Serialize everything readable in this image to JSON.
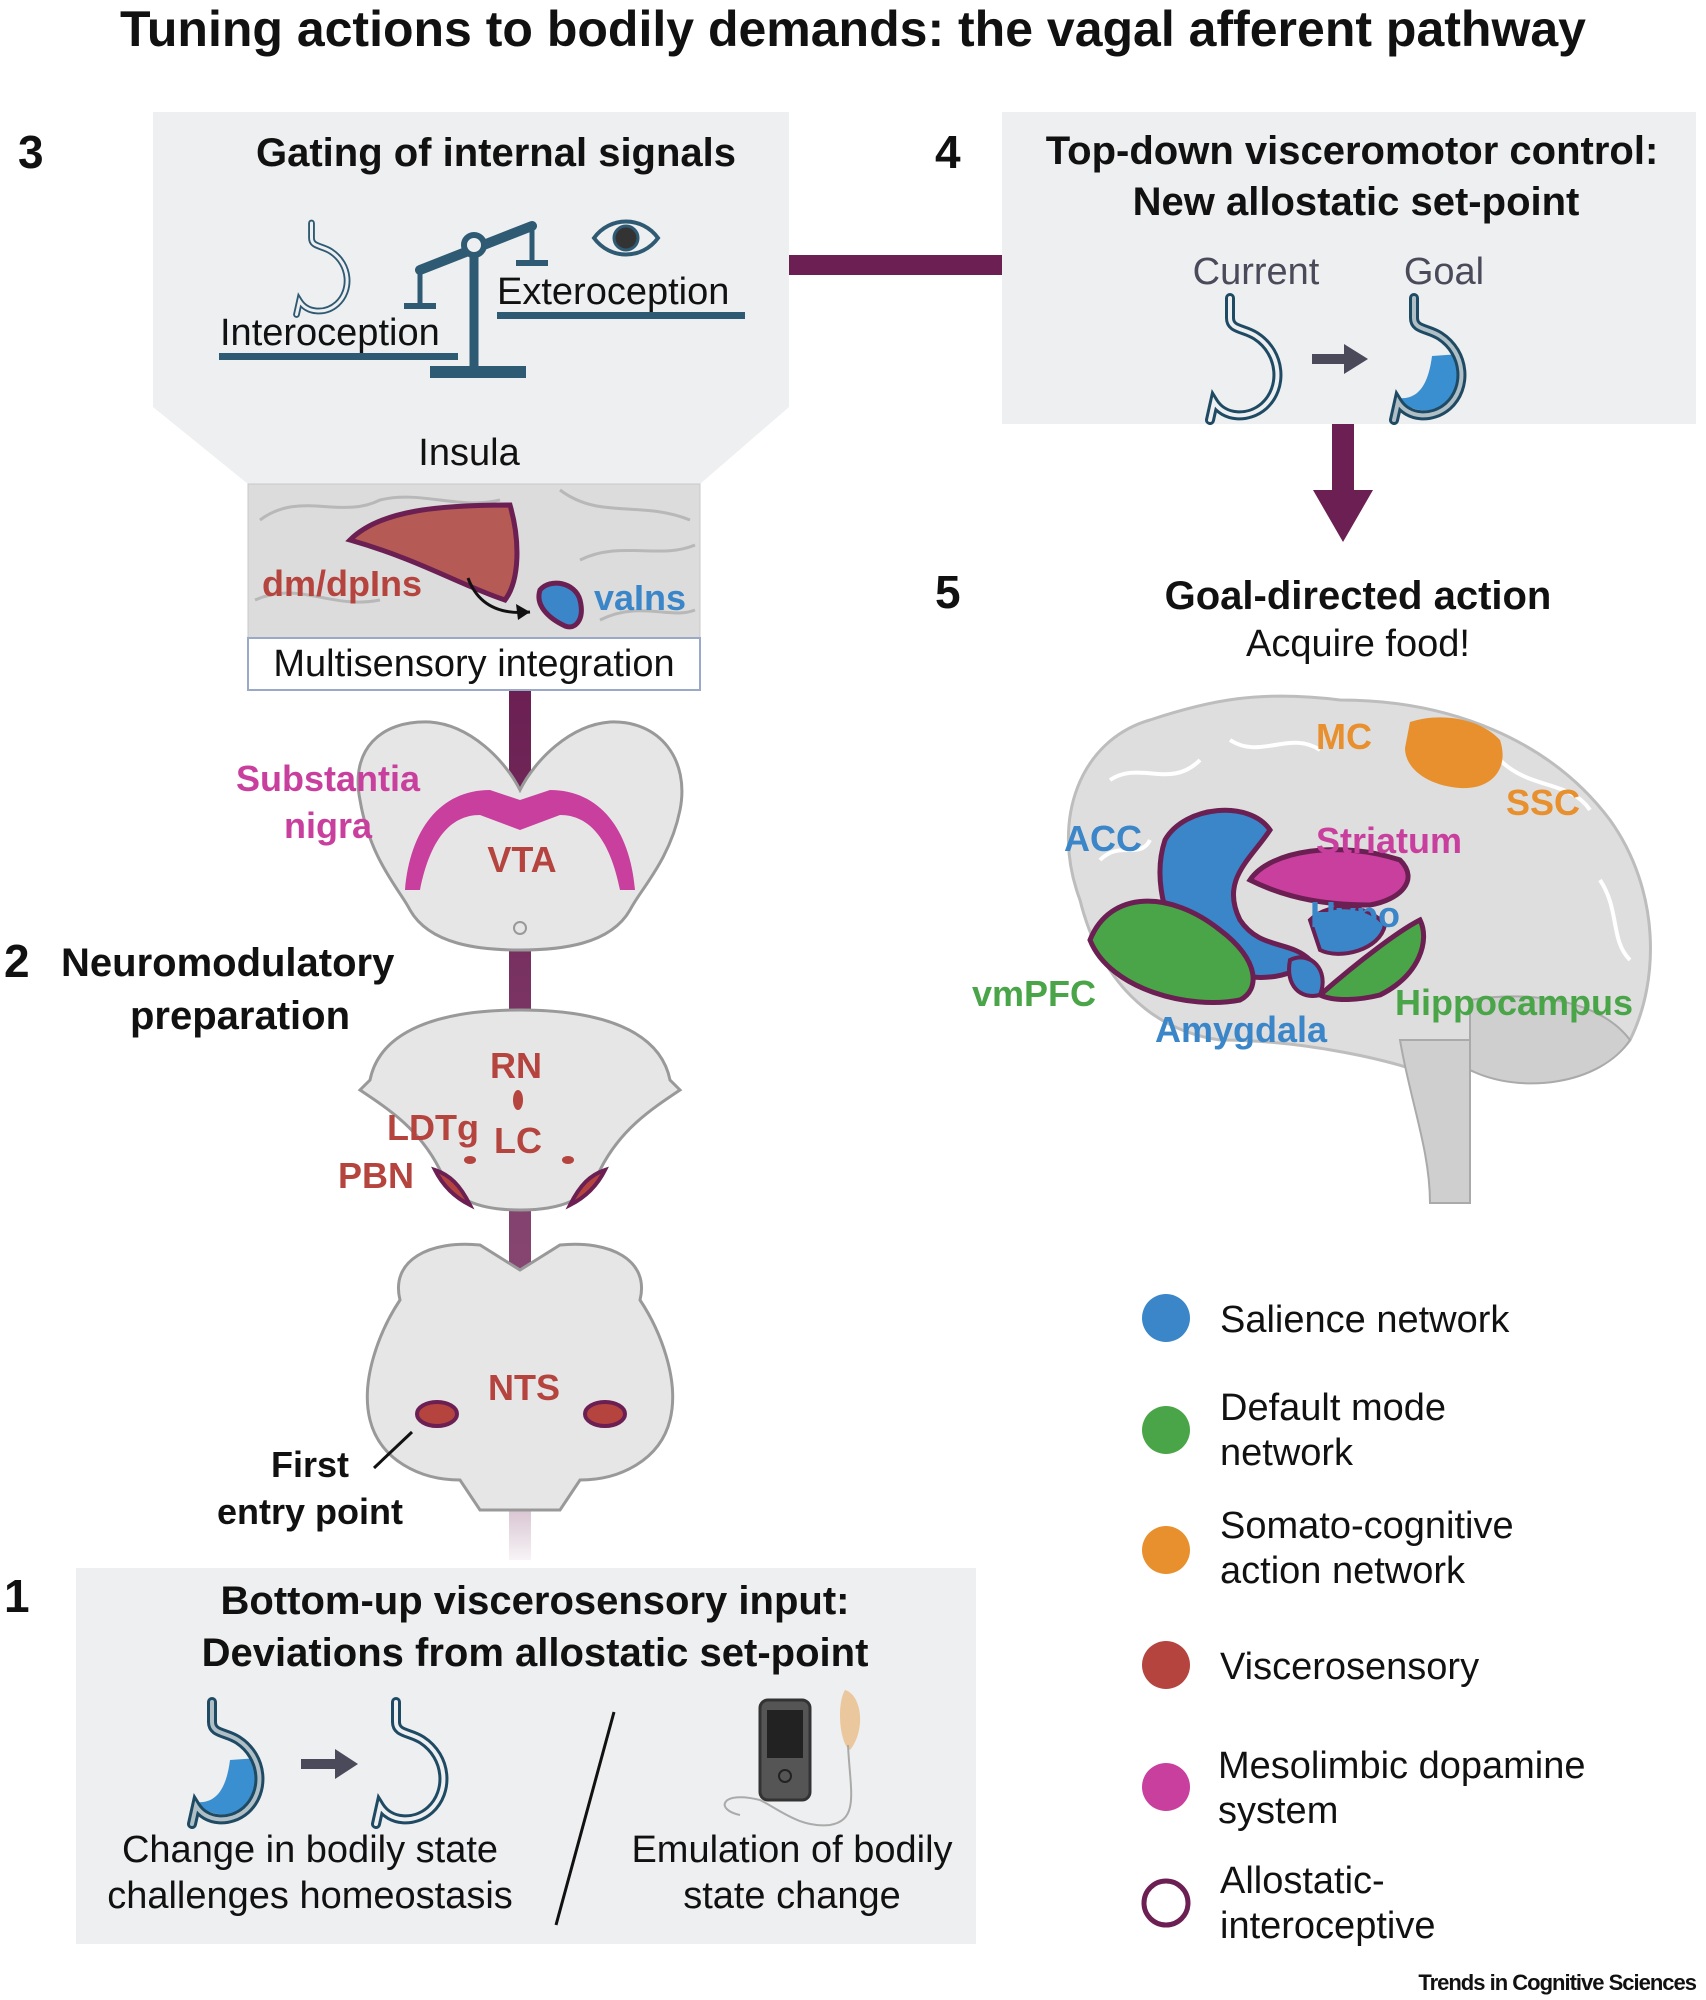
{
  "title": "Tuning actions to bodily demands: the vagal afferent pathway",
  "colors": {
    "allostatic_interoceptive": "#6b1f52",
    "box_background": "#eeeff0",
    "icon_teal": "#2f5a73",
    "salience": "#3a86c8",
    "default_mode": "#4aa548",
    "somato_cognitive": "#e8902e",
    "viscerosensory": "#b5443f",
    "mesolimbic": "#c83f9e"
  },
  "section3": {
    "number": "3",
    "title": "Gating of internal signals",
    "interoception": "Interoception",
    "exteroception": "Exteroception",
    "insula_label": "Insula",
    "dm_dp_ins": "dm/dpIns",
    "va_ins": "vaIns",
    "integration_label": "Multisensory integration"
  },
  "section4": {
    "number": "4",
    "title_line1": "Top-down visceromotor control:",
    "title_line2": "New allostatic set-point",
    "current": "Current",
    "goal": "Goal"
  },
  "section5": {
    "number": "5",
    "title": "Goal-directed action",
    "subtitle": "Acquire food!",
    "regions": {
      "mc": "MC",
      "ssc": "SSC",
      "acc": "ACC",
      "striatum": "Striatum",
      "hypo": "Hypo",
      "vmpfc": "vmPFC",
      "amygdala": "Amygdala",
      "hippocampus": "Hippocampus"
    }
  },
  "section2": {
    "number": "2",
    "title_line1": "Neuromodulatory",
    "title_line2": "preparation",
    "substantia_line1": "Substantia",
    "substantia_line2": "nigra",
    "vta": "VTA",
    "rn": "RN",
    "ldtg": "LDTg",
    "lc": "LC",
    "pbn": "PBN",
    "nts": "NTS",
    "entry_line1": "First",
    "entry_line2": "entry point"
  },
  "section1": {
    "number": "1",
    "title_line1": "Bottom-up viscerosensory input:",
    "title_line2": "Deviations from allostatic set-point",
    "left_caption_line1": "Change in bodily state",
    "left_caption_line2": "challenges homeostasis",
    "right_caption_line1": "Emulation of bodily",
    "right_caption_line2": "state change"
  },
  "legend": [
    {
      "line1": "Salience network",
      "line2": "",
      "color": "#3a86c8",
      "style": "filled"
    },
    {
      "line1": "Default mode",
      "line2": "network",
      "color": "#4aa548",
      "style": "filled"
    },
    {
      "line1": "Somato-cognitive",
      "line2": "action network",
      "color": "#e8902e",
      "style": "filled"
    },
    {
      "line1": "Viscerosensory",
      "line2": "",
      "color": "#b5443f",
      "style": "filled"
    },
    {
      "line1": "Mesolimbic dopamine",
      "line2": "system",
      "color": "#c83f9e",
      "style": "filled"
    },
    {
      "line1": "Allostatic-",
      "line2": "interoceptive",
      "color": "#6b1f52",
      "style": "outline"
    }
  ],
  "credit": "Trends in Cognitive Sciences"
}
